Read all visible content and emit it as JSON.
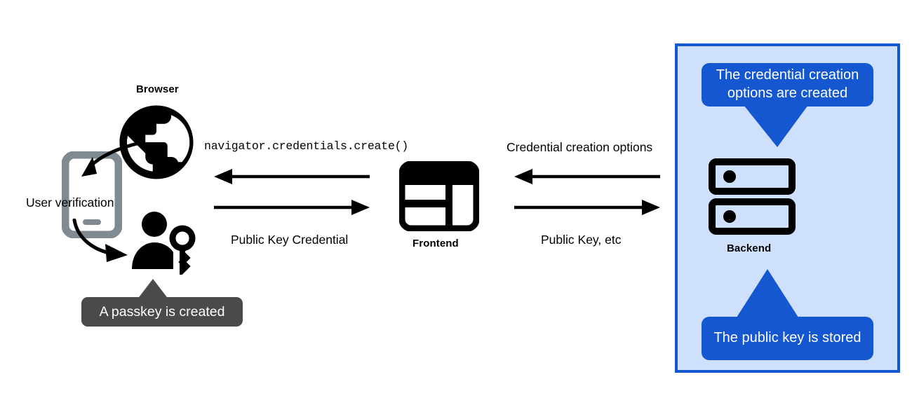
{
  "diagram": {
    "title": "Passkey creation flow",
    "background": "#ffffff",
    "colors": {
      "accent_blue": "#1557d0",
      "panel_fill": "#cfe0fc",
      "tooltip_dark": "#4a4a4a",
      "icon_black": "#000000",
      "icon_gray": "#808a91",
      "text": "#000000",
      "tooltip_text": "#ffffff"
    }
  },
  "nodes": {
    "browser": {
      "label": "Browser",
      "icon": "globe-icon"
    },
    "frontend": {
      "label": "Frontend",
      "icon": "browser-layout-icon"
    },
    "backend": {
      "label": "Backend",
      "icon": "server-icon"
    },
    "device": {
      "icon": "smartphone-icon"
    },
    "user": {
      "icon": "person-with-key-icon"
    }
  },
  "annotations": {
    "user_verification": "User verification"
  },
  "flows": [
    {
      "id": "browser-frontend",
      "top_label": "navigator.credentials.create()",
      "top_label_style": "mono",
      "top_arrow_direction": "left",
      "bottom_label": "Public Key Credential",
      "bottom_label_style": "regular",
      "bottom_arrow_direction": "right"
    },
    {
      "id": "frontend-backend",
      "top_label": "Credential creation options",
      "top_label_style": "regular",
      "top_arrow_direction": "left",
      "bottom_label": "Public Key, etc",
      "bottom_label_style": "regular",
      "bottom_arrow_direction": "right"
    }
  ],
  "callouts": {
    "credential_options": {
      "text": "The credential creation options are created",
      "variant": "blue",
      "pointer": "down"
    },
    "public_key_stored": {
      "text": "The public key is stored",
      "variant": "blue",
      "pointer": "up"
    },
    "passkey_created": {
      "text": "A passkey is created",
      "variant": "dark",
      "pointer": "up"
    }
  }
}
